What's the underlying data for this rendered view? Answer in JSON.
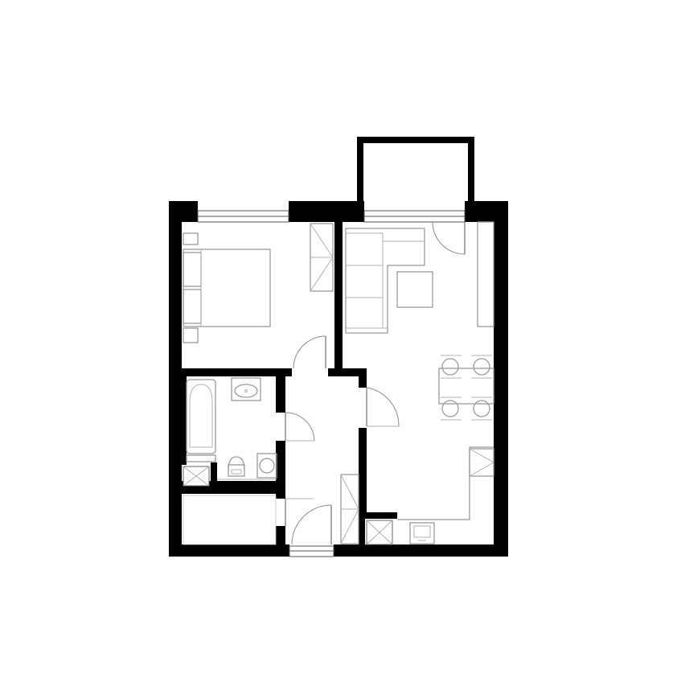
{
  "floor_plan": {
    "rooms": [
      "bedroom",
      "living-room-with-kitchen",
      "bathroom",
      "hallway",
      "storage",
      "balcony"
    ],
    "colors": {
      "wall": "#000000",
      "furniture_line": "#9a9a9a",
      "background": "#ffffff"
    }
  }
}
